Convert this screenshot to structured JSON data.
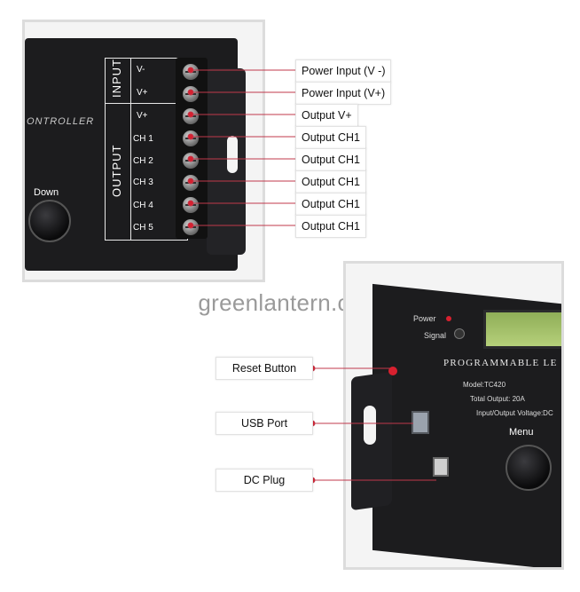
{
  "top_device": {
    "brand_fragment": "ONTROLLER",
    "down_button_label": "Down",
    "group_input": "INPUT",
    "group_output": "OUTPUT",
    "terminals": [
      "V-",
      "V+",
      "V+",
      "CH 1",
      "CH 2",
      "CH 3",
      "CH 4",
      "CH 5"
    ]
  },
  "top_callouts": [
    "Power Input (V -)",
    "Power Input (V+)",
    "Output V+",
    "Output CH1",
    "Output CH1",
    "Output CH1",
    "Output CH1",
    "Output CH1"
  ],
  "watermark": "greenlantern.com",
  "bottom_device": {
    "power_label": "Power",
    "signal_label": "Signal",
    "title_fragment": "PROGRAMMABLE LE",
    "specs": [
      "Model:TC420",
      "Total Output: 20A",
      "Input/Output Voltage:DC"
    ],
    "menu_label": "Menu"
  },
  "bottom_callouts": [
    "Reset Button",
    "USB Port",
    "DC Plug"
  ],
  "colors": {
    "callout_line": "#c0394b",
    "device_body": "#1c1c1e",
    "red_indicator": "#d8202f"
  }
}
